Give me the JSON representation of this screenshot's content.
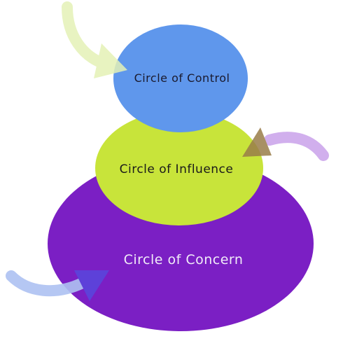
{
  "diagram": {
    "labels": {
      "control": "Circle of Control",
      "influence": "Circle of  Influence",
      "concern": "Circle of Concern"
    },
    "colors": {
      "control": "#5f97ec",
      "influence": "#c8e43a",
      "concern": "#7b1fc4",
      "arrow_control": "#e4f1b6",
      "arrow_influence": "#c9a2ea",
      "arrow_concern": "#aec2f2"
    }
  }
}
